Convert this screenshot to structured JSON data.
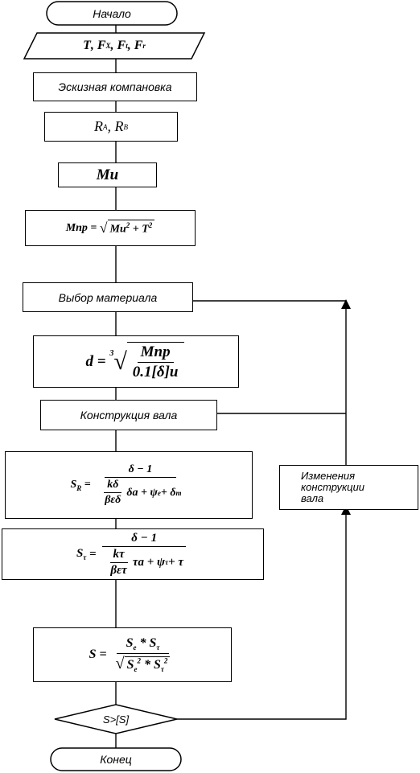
{
  "flowchart": {
    "start": "Начало",
    "end": "Конец",
    "inputs": {
      "t": "T",
      "fx": "F",
      "fx_sub": "X",
      "ft": "F",
      "ft_sub": "t",
      "fr": "F",
      "fr_sub": "r"
    },
    "sketch_layout": "Эскизная компановка",
    "reactions": {
      "ra": "R",
      "ra_sub": "A",
      "rb": "R",
      "rb_sub": "B"
    },
    "bending_moment": "Mu",
    "reduced_moment": {
      "lhs": "Mnp",
      "rad_a": "Mu",
      "rad_b": "T"
    },
    "material_choice": "Выбор материала",
    "diameter": {
      "lhs": "d",
      "root_index": "3",
      "num": "Mnp",
      "den_a": "0.1[",
      "den_delta": "δ",
      "den_b": "]u"
    },
    "shaft_design": "Конструкция вала",
    "s_sigma": {
      "lhs": "S",
      "lhs_sub": "R",
      "num": "δ − 1",
      "inner_num": "kδ",
      "inner_den": "βεδ",
      "rest": "δa + ψ",
      "psi_sub": "e",
      "tail": " + δ",
      "tail_sub": "m"
    },
    "s_tau": {
      "lhs": "S",
      "lhs_sub": "τ",
      "num": "δ − 1",
      "inner_num": "kτ",
      "inner_den": "βετ",
      "rest": "τa + ψ",
      "psi_sub": "τ",
      "tail": " + τ"
    },
    "s_total": {
      "lhs": "S",
      "num": "S",
      "num_sub1": "e",
      "num_mid": " * S",
      "num_sub2": "τ",
      "den": "S",
      "den_sub1": "e",
      "den_mid": " * S",
      "den_sub2": "τ",
      "exp": "2"
    },
    "condition": "S>[S]",
    "design_change": [
      "Изменения",
      "конструкции",
      "вала"
    ]
  }
}
